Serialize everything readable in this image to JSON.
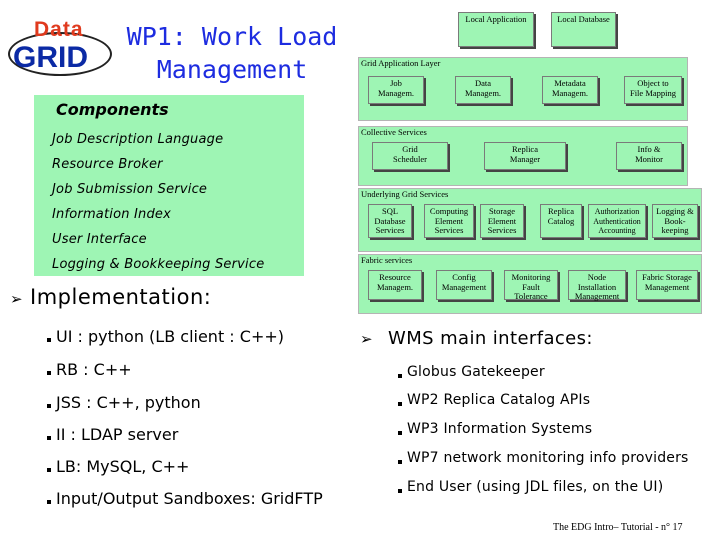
{
  "logo": {
    "word1": "Data",
    "word2": "GRID"
  },
  "title": {
    "line1": "WP1: Work Load",
    "line2": "Management"
  },
  "components": {
    "heading": "Components",
    "items": [
      "Job Description Language",
      "Resource Broker",
      "Job Submission Service",
      "Information Index",
      "User Interface",
      "Logging & Bookkeeping Service"
    ]
  },
  "diagram": {
    "top_boxes": [
      "Local Application",
      "Local Database"
    ],
    "grid_app_layer": {
      "title": "Grid Application Layer",
      "boxes": [
        "Job\nManagem.",
        "Data\nManagem.",
        "Metadata\nManagem.",
        "Object to\nFile Mapping"
      ]
    },
    "collective": {
      "title": "Collective Services",
      "boxes": [
        "Grid\nScheduler",
        "Replica\nManager",
        "Info &\nMonitor"
      ]
    },
    "underlying": {
      "title": "Underlying Grid Services",
      "boxes": [
        "SQL\nDatabase\nServices",
        "Computing\nElement\nServices",
        "Storage\nElement\nServices",
        "Replica\nCatalog",
        "Authorization\nAuthentication\nAccounting",
        "Logging &\nBook-\nkeeping"
      ]
    },
    "fabric": {
      "title": "Fabric services",
      "boxes": [
        "Resource\nManagem.",
        "Config\nManagement",
        "Monitoring\nFault\nTolerance",
        "Node\nInstallation\nManagement",
        "Fabric Storage\nManagement"
      ]
    }
  },
  "implementation": {
    "heading": "Implementation:",
    "items": [
      "UI : python (LB client : C++)",
      "RB : C++",
      "JSS : C++, python",
      "II : LDAP server",
      "LB: MySQL, C++",
      "Input/Output Sandboxes: GridFTP"
    ]
  },
  "wms": {
    "heading": "WMS main interfaces:",
    "items": [
      "Globus Gatekeeper",
      "WP2 Replica Catalog APIs",
      "WP3 Information Systems",
      "WP7 network monitoring info providers",
      "End User (using JDL files, on the UI)"
    ]
  },
  "footer": "The EDG Intro– Tutorial - n° 17",
  "colors": {
    "title_blue": "#1d2ce0",
    "panel_green": "#9ef5b4",
    "logo_red": "#e03a1e",
    "logo_blue": "#0b2aa5"
  }
}
